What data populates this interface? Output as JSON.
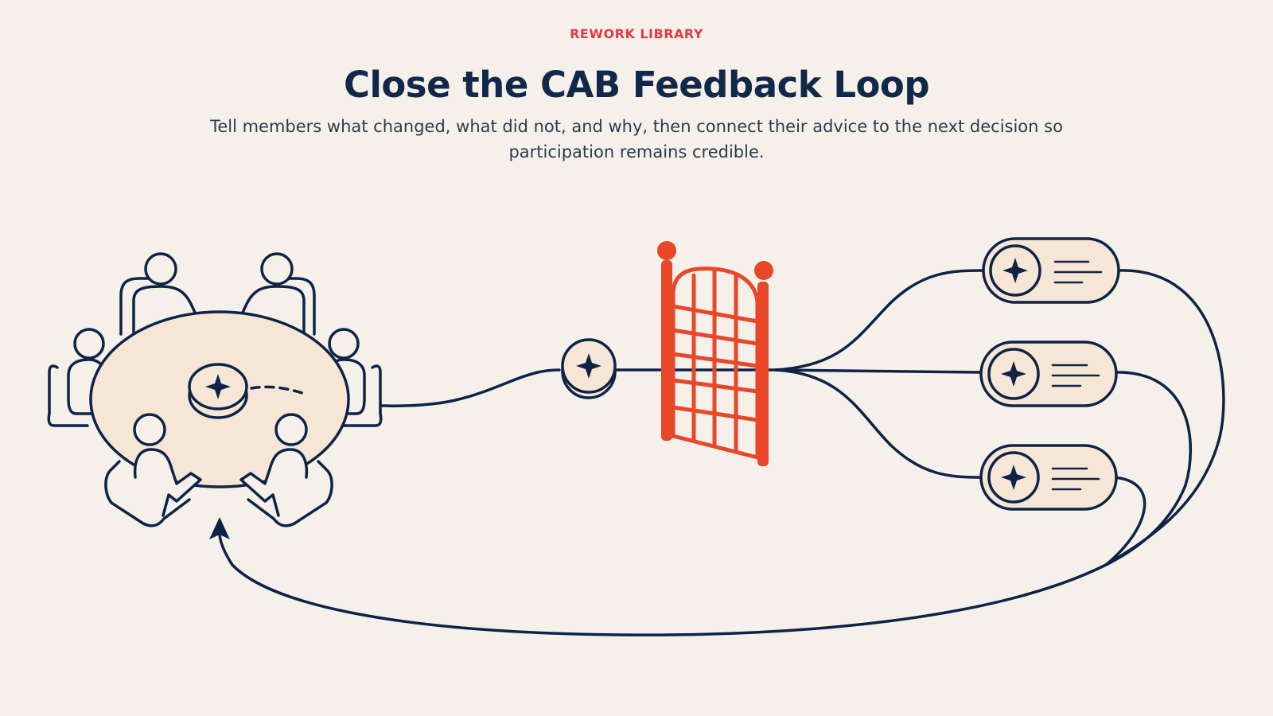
{
  "header": {
    "eyebrow": "REWORK LIBRARY",
    "title": "Close the CAB Feedback Loop",
    "subtitle": "Tell members what changed, what did not, and why, then connect their advice to the next decision so participation remains credible."
  },
  "colors": {
    "background": "#f5f1ea",
    "ink": "#0f2347",
    "accent": "#e8472a",
    "eyebrow": "#e03a44",
    "fill": "#f6e6d6"
  },
  "diagram": {
    "nodes": [
      {
        "id": "advisory-board",
        "icon": "round-table-meeting-icon"
      },
      {
        "id": "input-token",
        "icon": "star-token-icon"
      },
      {
        "id": "decision-gate",
        "icon": "gate-icon"
      },
      {
        "id": "outcome-1",
        "icon": "star-outcome-card-icon"
      },
      {
        "id": "outcome-2",
        "icon": "star-outcome-card-icon"
      },
      {
        "id": "outcome-3",
        "icon": "star-outcome-card-icon"
      }
    ],
    "edges": [
      {
        "from": "advisory-board",
        "to": "input-token"
      },
      {
        "from": "input-token",
        "to": "decision-gate"
      },
      {
        "from": "decision-gate",
        "to": "outcome-1"
      },
      {
        "from": "decision-gate",
        "to": "outcome-2"
      },
      {
        "from": "decision-gate",
        "to": "outcome-3"
      },
      {
        "from": "outcome-1",
        "to": "advisory-board"
      },
      {
        "from": "outcome-2",
        "to": "advisory-board"
      },
      {
        "from": "outcome-3",
        "to": "advisory-board"
      }
    ]
  }
}
